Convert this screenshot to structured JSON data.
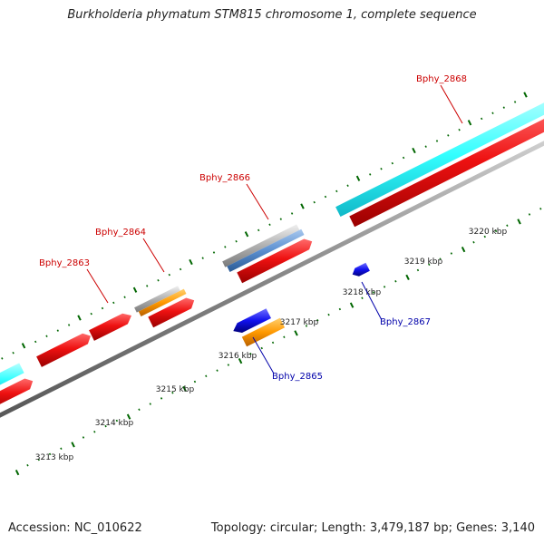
{
  "title": "Burkholderia phymatum STM815 chromosome 1, complete sequence",
  "accession": "Accession: NC_010622",
  "summary": "Topology: circular; Length: 3,479,187 bp; Genes: 3,140",
  "ticks": [
    {
      "kbp": 3213,
      "label": "3213 kbp"
    },
    {
      "kbp": 3214,
      "label": "3214 kbp"
    },
    {
      "kbp": 3215,
      "label": "3215 kbp"
    },
    {
      "kbp": 3216,
      "label": "3216 kbp"
    },
    {
      "kbp": 3217,
      "label": "3217 kbp"
    },
    {
      "kbp": 3218,
      "label": "3218 kbp"
    },
    {
      "kbp": 3219,
      "label": "3219 kbp"
    },
    {
      "kbp": 3220,
      "label": "3220 kbp"
    }
  ],
  "gene_labels": [
    {
      "name": "Bphy_2863",
      "strand": "forward",
      "color": "#cc0000"
    },
    {
      "name": "Bphy_2864",
      "strand": "forward",
      "color": "#cc0000"
    },
    {
      "name": "Bphy_2866",
      "strand": "forward",
      "color": "#cc0000"
    },
    {
      "name": "Bphy_2868",
      "strand": "forward",
      "color": "#cc0000"
    },
    {
      "name": "Bphy_2865",
      "strand": "reverse",
      "color": "#0000aa"
    },
    {
      "name": "Bphy_2867",
      "strand": "reverse",
      "color": "#0000aa"
    }
  ],
  "feature_colors": {
    "cds_forward": "#ee1111",
    "cds_reverse": "#1111ee",
    "cds_reverse_alt": "#ff9900",
    "gene_forward": "#33ffff",
    "misc_grey": "#b0b0b0",
    "misc_blue": "#5b8fd0",
    "backbone": "#888888",
    "tick": "#006600"
  }
}
